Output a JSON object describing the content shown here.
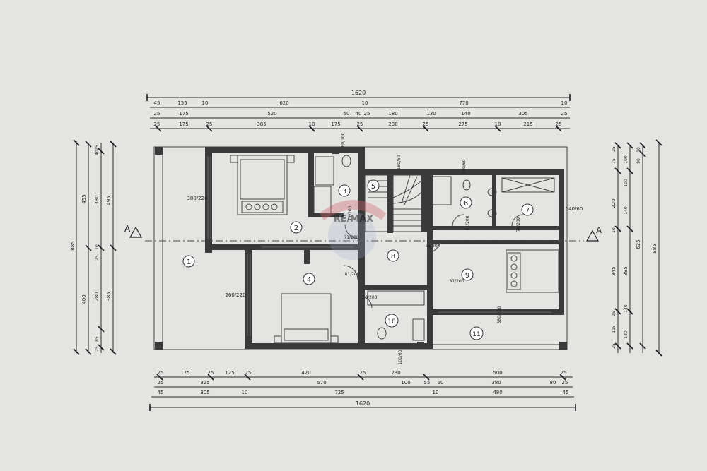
{
  "plan": {
    "section_marker": "A",
    "watermark": "RE/MAX",
    "rooms": [
      {
        "num": "1"
      },
      {
        "num": "2"
      },
      {
        "num": "3"
      },
      {
        "num": "4"
      },
      {
        "num": "5"
      },
      {
        "num": "6"
      },
      {
        "num": "7"
      },
      {
        "num": "8"
      },
      {
        "num": "9"
      },
      {
        "num": "10"
      },
      {
        "num": "11"
      }
    ],
    "top_dims": {
      "total": "1620",
      "row1": [
        "45",
        "155",
        "10",
        "620",
        "10",
        "770",
        "10"
      ],
      "row2": [
        "25",
        "175",
        "520",
        "60",
        "40",
        "25",
        "180",
        "130",
        "140",
        "305",
        "25"
      ],
      "row3": [
        "25",
        "175",
        "25",
        "385",
        "10",
        "175",
        "25",
        "230",
        "25",
        "275",
        "10",
        "215",
        "25"
      ]
    },
    "bottom_dims": {
      "total": "1620",
      "row1": [
        "25",
        "175",
        "25",
        "125",
        "25",
        "420",
        "25",
        "230",
        "500",
        "25"
      ],
      "row2": [
        "25",
        "325",
        "570",
        "100",
        "55",
        "60",
        "380",
        "80",
        "25"
      ],
      "row3": [
        "45",
        "305",
        "10",
        "725",
        "10",
        "480",
        "45"
      ]
    },
    "left_dims": {
      "total": "885",
      "a": [
        "455",
        "400"
      ],
      "b": [
        "25",
        "40",
        "380",
        "10",
        "25",
        "280",
        "85",
        "25"
      ],
      "c": [
        "495",
        "385"
      ]
    },
    "right_dims": {
      "total": "885",
      "a": [
        "25",
        "75",
        "220",
        "10",
        "345",
        "25",
        "115",
        "25"
      ],
      "b": [
        "100",
        "100",
        "140",
        "385",
        "140",
        "130"
      ],
      "c": [
        "10",
        "90",
        "625"
      ]
    },
    "openings": [
      "380/220",
      "260/220",
      "60/100",
      "180/60",
      "140/60",
      "140/60",
      "71/200",
      "81/200",
      "71/200",
      "71/200",
      "61/200",
      "71/200",
      "81/200",
      "380/220",
      "100/60",
      "80/200"
    ]
  }
}
